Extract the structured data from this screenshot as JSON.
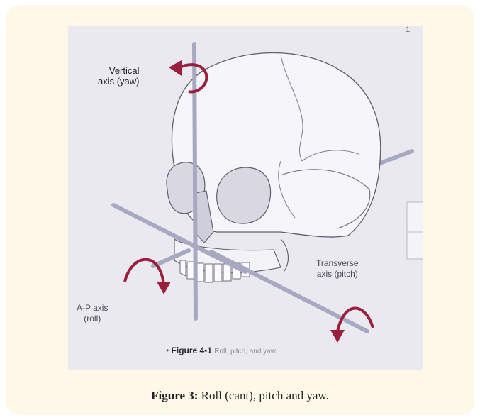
{
  "figure": {
    "labels": {
      "vertical_line1": "Vertical",
      "vertical_line2": "axis (yaw)",
      "transverse_line1": "Transverse",
      "transverse_line2": "axis (pitch)",
      "ap_line1": "A-P axis",
      "ap_line2": "(roll)"
    },
    "inner_caption": {
      "bullet": "•",
      "label": "Figure 4-1",
      "text": "Roll, pitch, and yaw."
    },
    "corner_mark": "1"
  },
  "caption": {
    "label": "Figure 3:",
    "text": " Roll (cant), pitch and yaw."
  },
  "colors": {
    "panel_background": "#fdf8e7",
    "arrow": "#9b1f3c",
    "axis_rod": "#a7a9c2"
  }
}
